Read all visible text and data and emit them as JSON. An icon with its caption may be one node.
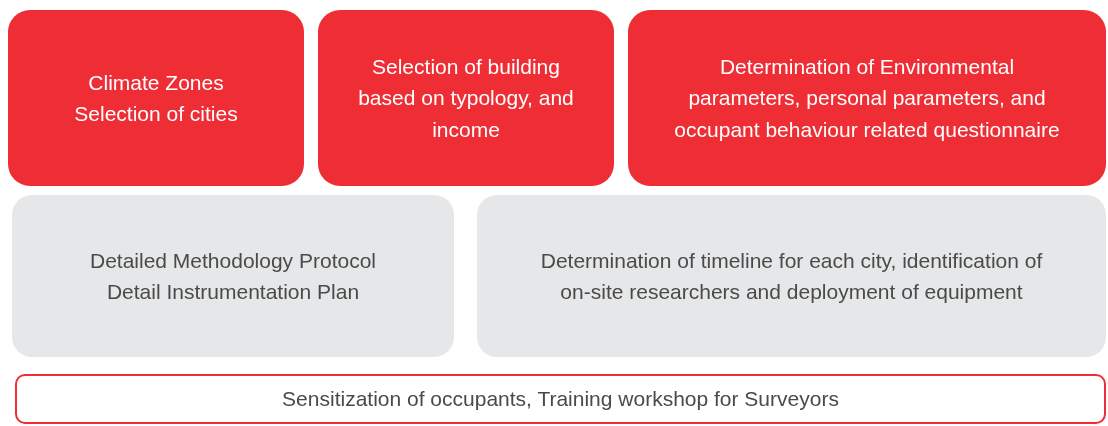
{
  "diagram": {
    "nodes": [
      {
        "text": [
          "Climate Zones",
          "Selection of cities"
        ]
      },
      {
        "text": [
          "Selection of building based on typology, and income"
        ]
      },
      {
        "text": [
          "Determination of Environmental parameters, personal parameters, and occupant behaviour related questionnaire"
        ]
      },
      {
        "text": [
          "Detailed Methodology Protocol",
          "Detail Instrumentation Plan"
        ]
      },
      {
        "text": [
          "Determination of timeline for each city, identification of on-site researchers and deployment of equipment"
        ]
      },
      {
        "text": [
          "Sensitization of occupants, Training workshop for Surveyors"
        ]
      }
    ]
  }
}
